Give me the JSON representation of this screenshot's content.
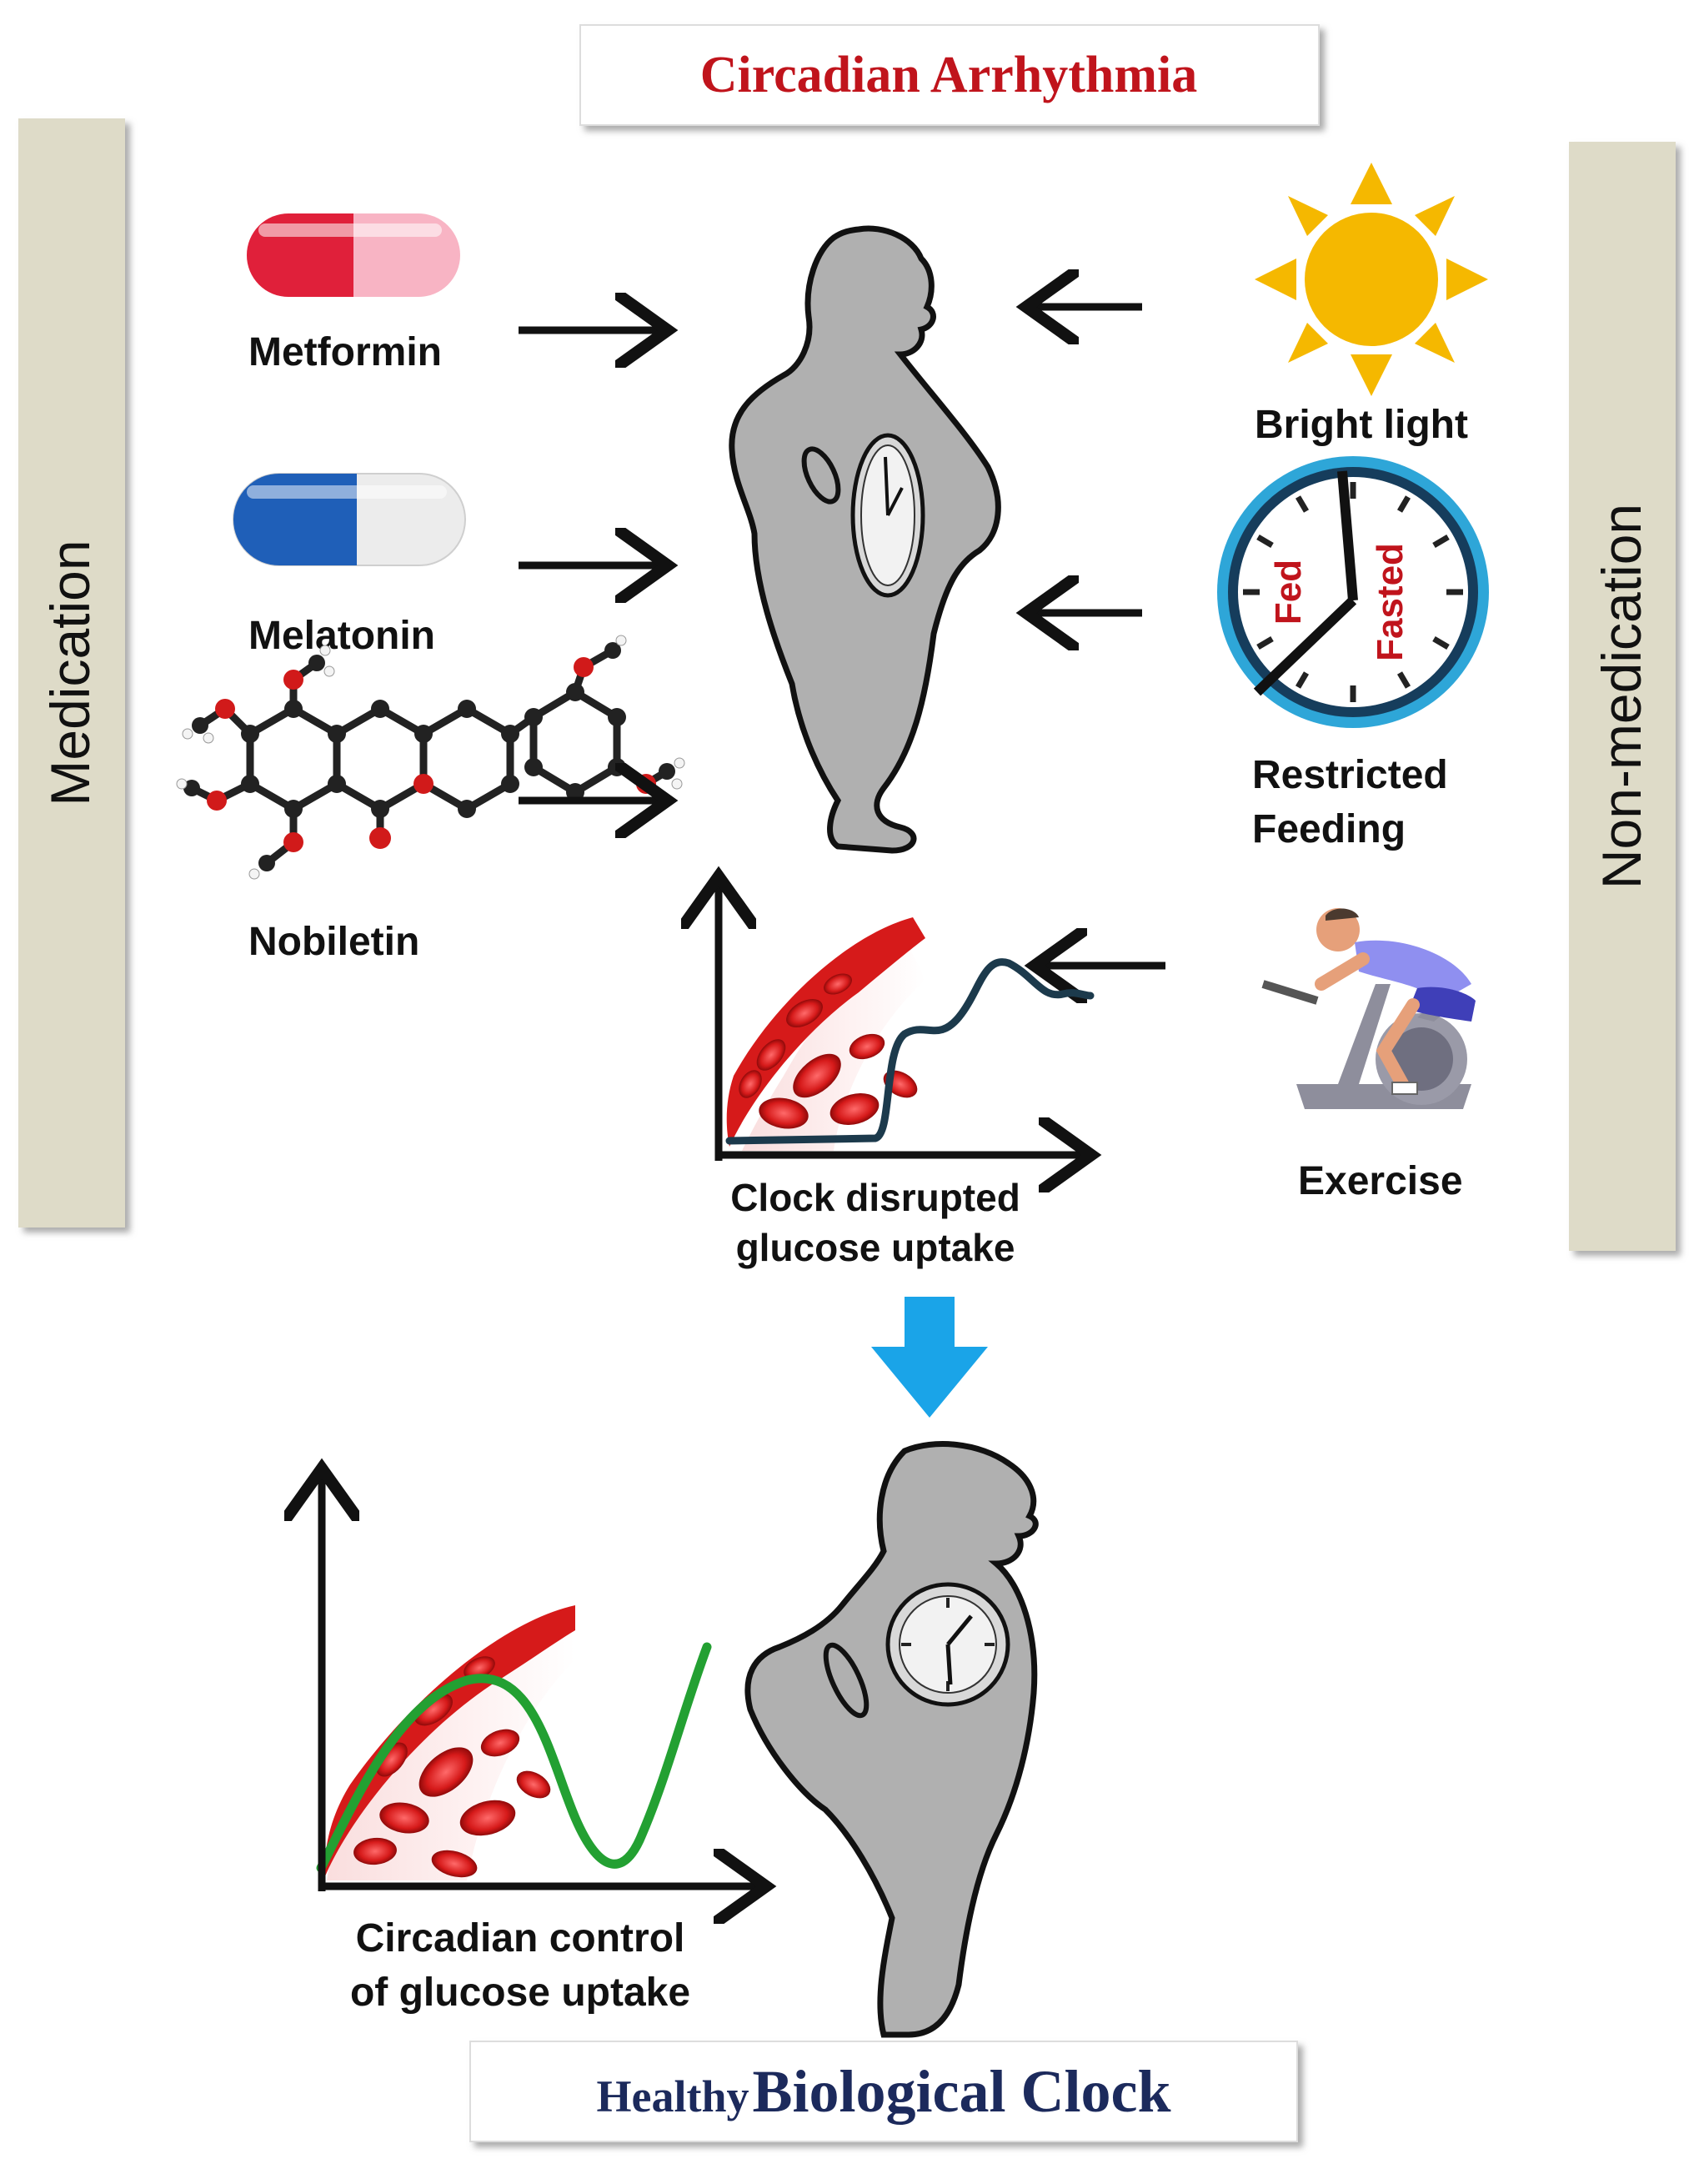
{
  "title_top": "Circadian Arrhythmia",
  "title_bottom_prefix": "Healthy",
  "title_bottom_main": "Biological Clock",
  "side_left": "Medication",
  "side_right": "Non-medication",
  "medications": [
    {
      "label": "Metformin",
      "capsule_color": "#e0203a"
    },
    {
      "label": "Melatonin",
      "capsule_color": "#1f5fb8"
    },
    {
      "label": "Nobiletin"
    }
  ],
  "non_medications": [
    {
      "label": "Bright light"
    },
    {
      "label_line1": "Restricted",
      "label_line2": "Feeding",
      "clock_left": "Fed",
      "clock_right": "Fasted"
    },
    {
      "label": "Exercise"
    }
  ],
  "graph_disrupted": {
    "line1": "Clock disrupted",
    "line2": "glucose uptake"
  },
  "graph_healthy": {
    "line1": "Circadian control",
    "line2": "of glucose uptake"
  },
  "colors": {
    "title_red": "#c0141c",
    "title_navy": "#1c2a5c",
    "side_panel": "#dedbc8",
    "body_gray": "#b0b0b0",
    "sun": "#f5b800",
    "clock_ring": "#2ea6d8",
    "blue_arrow": "#1aa4e8",
    "disrupted_line": "#1c3a4c",
    "healthy_line": "#23a032",
    "blood_red": "#d61a1a"
  },
  "icons": [
    "capsule-icon",
    "molecule-icon",
    "sun-icon",
    "clock-icon",
    "exercise-bike-icon",
    "human-silhouette-icon",
    "down-arrow-icon"
  ]
}
